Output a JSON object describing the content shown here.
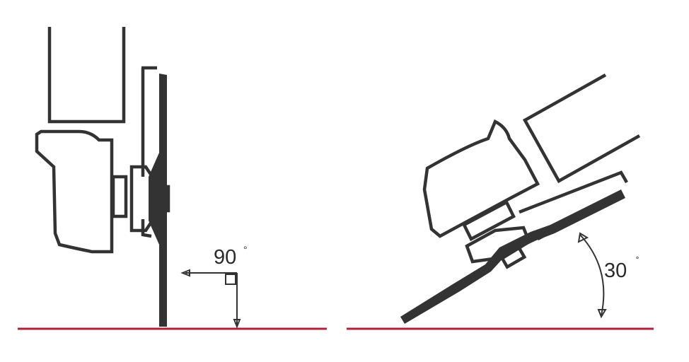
{
  "diagram": {
    "left_view": {
      "angle_label": "90",
      "degree_symbol": "°",
      "tilt_degrees": 90
    },
    "right_view": {
      "angle_label": "30",
      "degree_symbol": "˚",
      "tilt_degrees": 30
    },
    "colors": {
      "line": "#333333",
      "ground": "#b0203a",
      "background": "#ffffff"
    }
  }
}
